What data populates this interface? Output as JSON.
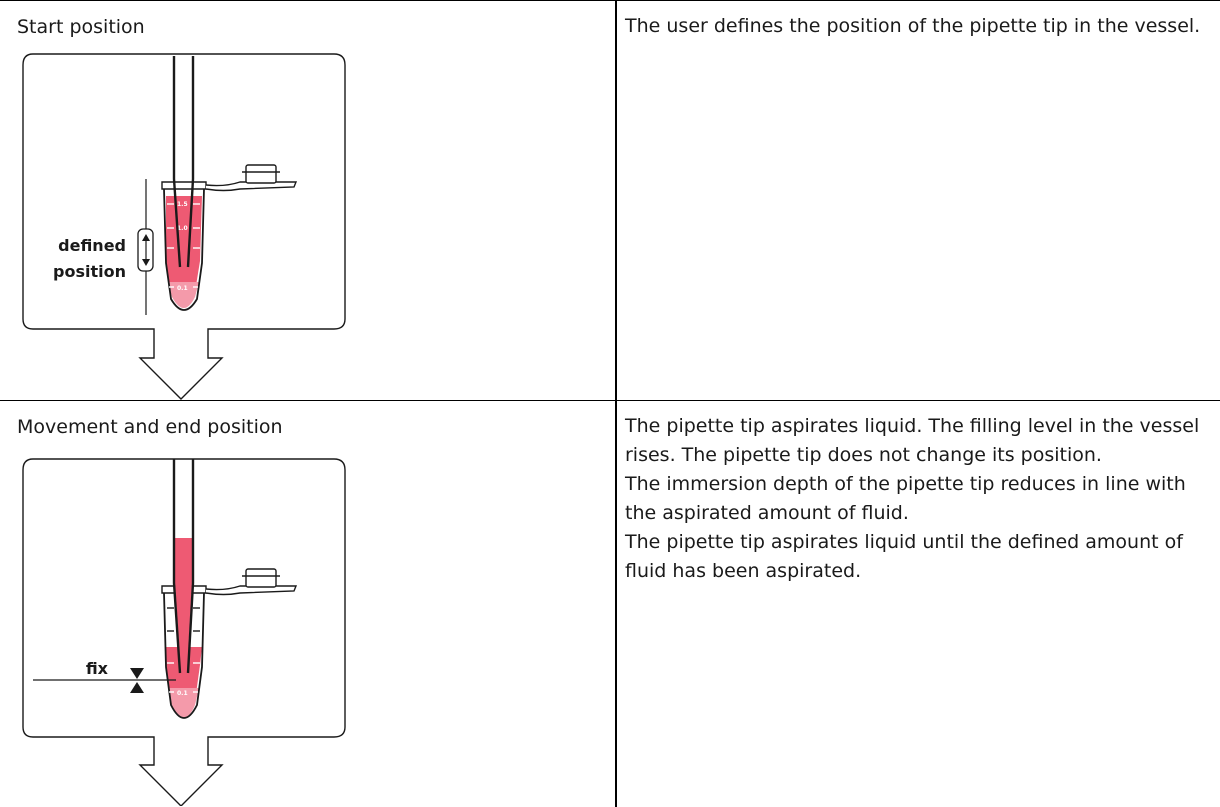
{
  "rows": [
    {
      "title": "Start position",
      "figure_labels": [
        "defined",
        "position"
      ],
      "scale_marks": [
        "1.5",
        "1.0",
        "0.1"
      ],
      "paragraphs": [
        "The user defines the position of the pipette tip in the vessel."
      ]
    },
    {
      "title": "Movement and end position",
      "figure_labels": [
        "fix"
      ],
      "scale_marks": [
        "0.1"
      ],
      "paragraphs": [
        "The pipette tip aspirates liquid. The filling level in the vessel rises. The pipette tip does not change its position.",
        "The immersion depth of the pipette tip reduces in line with the aspirated amount of fluid.",
        "The pipette tip aspirates liquid until the defined amount of fluid has been aspirated."
      ]
    }
  ],
  "colors": {
    "liquid": "#ee5a73",
    "liquid_light": "#f49aaa",
    "line": "#1a1a1a"
  }
}
